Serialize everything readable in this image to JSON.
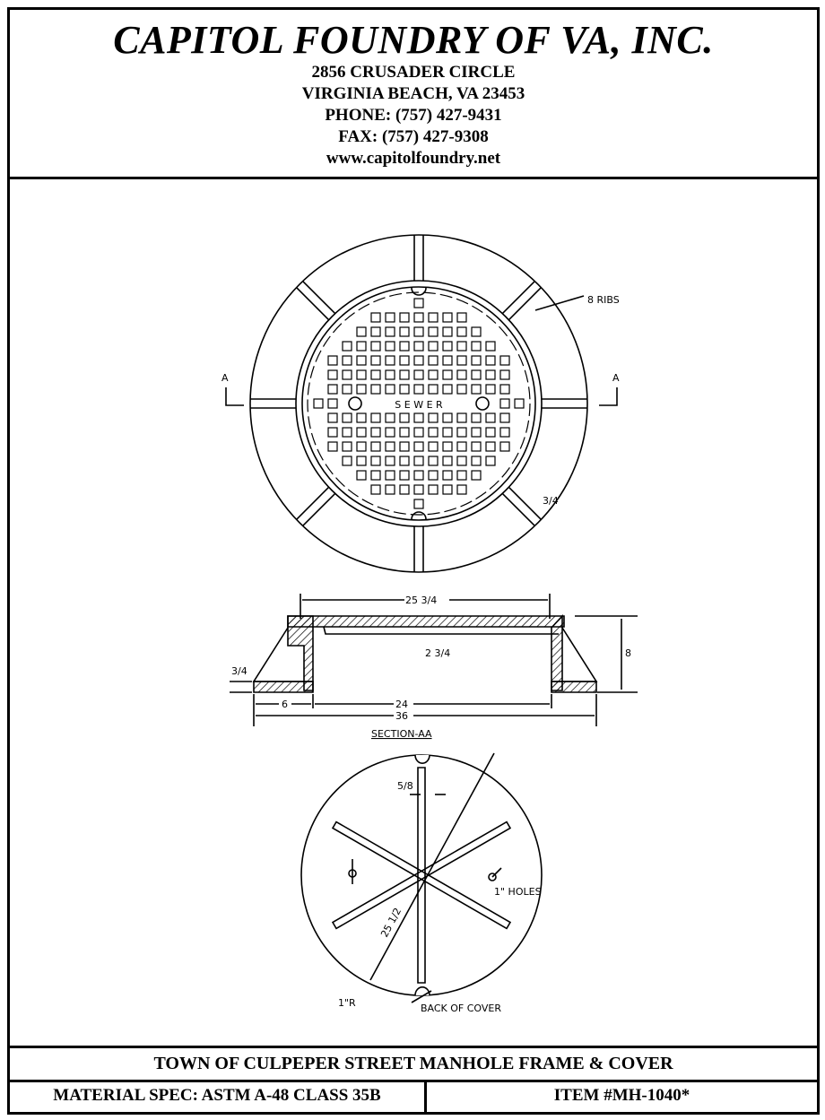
{
  "header": {
    "company": "CAPITOL FOUNDRY OF VA, INC.",
    "address_line1": "2856 CRUSADER CIRCLE",
    "address_line2": "VIRGINIA BEACH, VA 23453",
    "phone": "PHONE: (757) 427-9431",
    "fax": "FAX: (757) 427-9308",
    "website": "www.capitolfoundry.net"
  },
  "drawing": {
    "top_view": {
      "section_mark_left": "A",
      "section_mark_right": "A",
      "ribs_label": "8 RIBS",
      "cover_text": "S E W E R",
      "rib_width": "3/4"
    },
    "section_view": {
      "dim_top": "25 3/4",
      "dim_depth": "2 3/4",
      "dim_height": "8",
      "dim_flange": "3/4",
      "dim_6": "6",
      "dim_24": "24",
      "dim_36": "36",
      "title": "SECTION-AA"
    },
    "back_view": {
      "rib_width": "5/8",
      "diameter": "25 1/2",
      "holes": "1\" HOLES",
      "radius": "1\"R",
      "caption": "BACK OF COVER"
    }
  },
  "footer": {
    "title": "TOWN OF CULPEPER STREET MANHOLE FRAME & COVER",
    "material": "MATERIAL SPEC:  ASTM A-48 CLASS 35B",
    "item": "ITEM #MH-1040*"
  }
}
